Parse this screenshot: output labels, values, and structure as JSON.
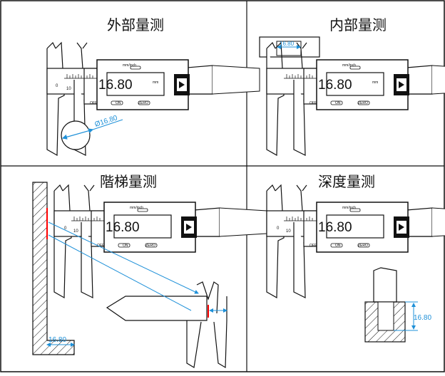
{
  "colors": {
    "accent": "#1e90d8",
    "surface": "#ff0000",
    "ink": "#111111"
  },
  "panels": [
    {
      "title": "外部量测",
      "reading": "16.80",
      "dimension": "Ø16.80"
    },
    {
      "title": "内部量测",
      "reading": "16.80",
      "dimension": "16.80"
    },
    {
      "title": "階梯量测",
      "reading": "16.80",
      "dimension": "16.80"
    },
    {
      "title": "深度量测",
      "reading": "16.80",
      "dimension": "16.80"
    }
  ],
  "caliper": {
    "unit_label": "mm/inch",
    "lcd_unit": "mm",
    "off_label": "OFF",
    "on_label": "ON",
    "zero_label": "ZERO",
    "scale_zero": "0",
    "scale_ten": "10"
  }
}
